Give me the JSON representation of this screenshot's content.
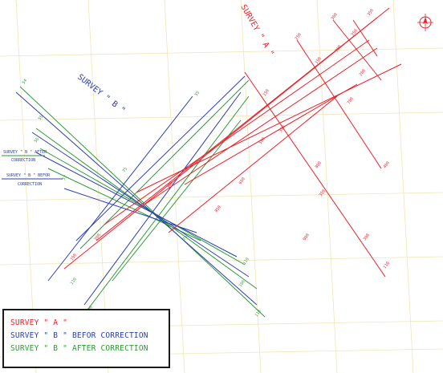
{
  "colors": {
    "survey_a": "#e8202a",
    "before": "#2c3fb0",
    "after": "#2e9a36",
    "grid": "#efe6b8"
  },
  "labels": {
    "survey_a_title": "SURVEY \" A \"",
    "survey_b_title": "SURVEY \" B \"",
    "side_after_line1": "SURVEY \" B \" AFTER",
    "side_after_line2": "CORRECTION",
    "side_before_line1": "SURVEY \" B \" BEFOR",
    "side_before_line2": "CORRECTION"
  },
  "legend": {
    "survey_a": "SURVEY \" A \"",
    "before": "SURVEY \" B \" BEFOR CORRECTION",
    "after": "SURVEY \" B \" AFTER CORRECTION"
  },
  "north_arrow": "north-arrow-icon"
}
